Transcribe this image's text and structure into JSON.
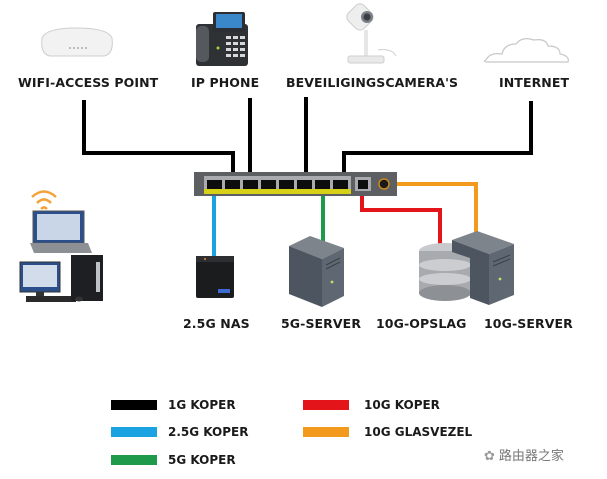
{
  "devices_top": {
    "wifi": "WIFI-ACCESS POINT",
    "phone": "IP PHONE",
    "camera": "BEVEILIGINGSCAMERA'S",
    "internet": "INTERNET"
  },
  "devices_bottom": {
    "nas": "2.5G NAS",
    "server5g": "5G-SERVER",
    "storage10g": "10G-OPSLAG",
    "server10g": "10G-SERVER"
  },
  "legend": [
    {
      "label": "1G KOPER",
      "color": "#000000"
    },
    {
      "label": "2.5G KOPER",
      "color": "#1aa3e0"
    },
    {
      "label": "5G KOPER",
      "color": "#1f9a4a"
    },
    {
      "label": "10G KOPER",
      "color": "#e3151a"
    },
    {
      "label": "10G GLASVEZEL",
      "color": "#f39a1c"
    }
  ],
  "watermark": "路由器之家"
}
